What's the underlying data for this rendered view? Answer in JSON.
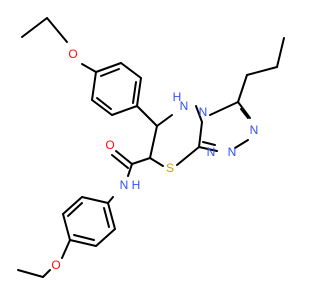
{
  "colors": {
    "bond": "#000000",
    "oxygen": "#ff0d0d",
    "nitrogen": "#3050f8",
    "sulfur": "#c9a100",
    "background": "#ffffff"
  },
  "atoms": {
    "o_top": "O",
    "o_carbonyl": "O",
    "o_bottom": "O",
    "n_ring": "N",
    "nh_ring": "N",
    "h_ring": "H",
    "nh_amide": "N",
    "h_amide": "H",
    "n_triazole_right": "N",
    "n_triazole_bottom_1": "N",
    "n_triazole_bottom_2": "N",
    "s_ring": "S"
  }
}
